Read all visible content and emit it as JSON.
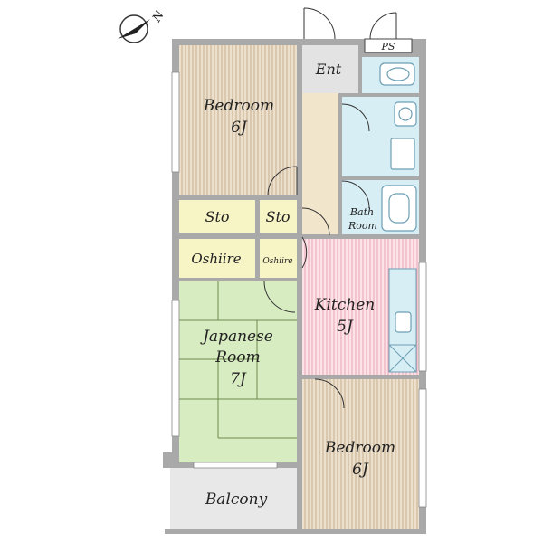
{
  "compass": {
    "north_label": "N"
  },
  "rooms": {
    "bedroom_top": {
      "name": "Bedroom",
      "size": "6J"
    },
    "storage_left": {
      "name": "Sto"
    },
    "storage_right": {
      "name": "Sto"
    },
    "oshiire_left": {
      "name": "Oshiire"
    },
    "oshiire_right": {
      "name": "Oshiire"
    },
    "japanese_room": {
      "line1": "Japanese",
      "line2": "Room",
      "size": "7J"
    },
    "bedroom_bottom": {
      "name": "Bedroom",
      "size": "6J"
    },
    "kitchen": {
      "name": "Kitchen",
      "size": "5J"
    },
    "entrance": {
      "name": "Ent"
    },
    "pipe_space": {
      "name": "PS"
    },
    "bathroom": {
      "line1": "Bath",
      "line2": "Room"
    },
    "balcony": {
      "name": "Balcony"
    }
  },
  "colors": {
    "bedroom": "#ece0cc",
    "bedroom_stripe": "#c9b191",
    "japanese_room": "#d8ecc2",
    "tatami_line": "#6c8a4c",
    "storage": "#f7f5c6",
    "kitchen": "#fde3e8",
    "kitchen_stripe": "#e8a6b4",
    "wet_area": "#d7eef5",
    "hallway": "#f1e6cc",
    "entrance": "#e3e3e3",
    "balcony": "#e8e8e8",
    "wall": "#a9a9a9"
  }
}
